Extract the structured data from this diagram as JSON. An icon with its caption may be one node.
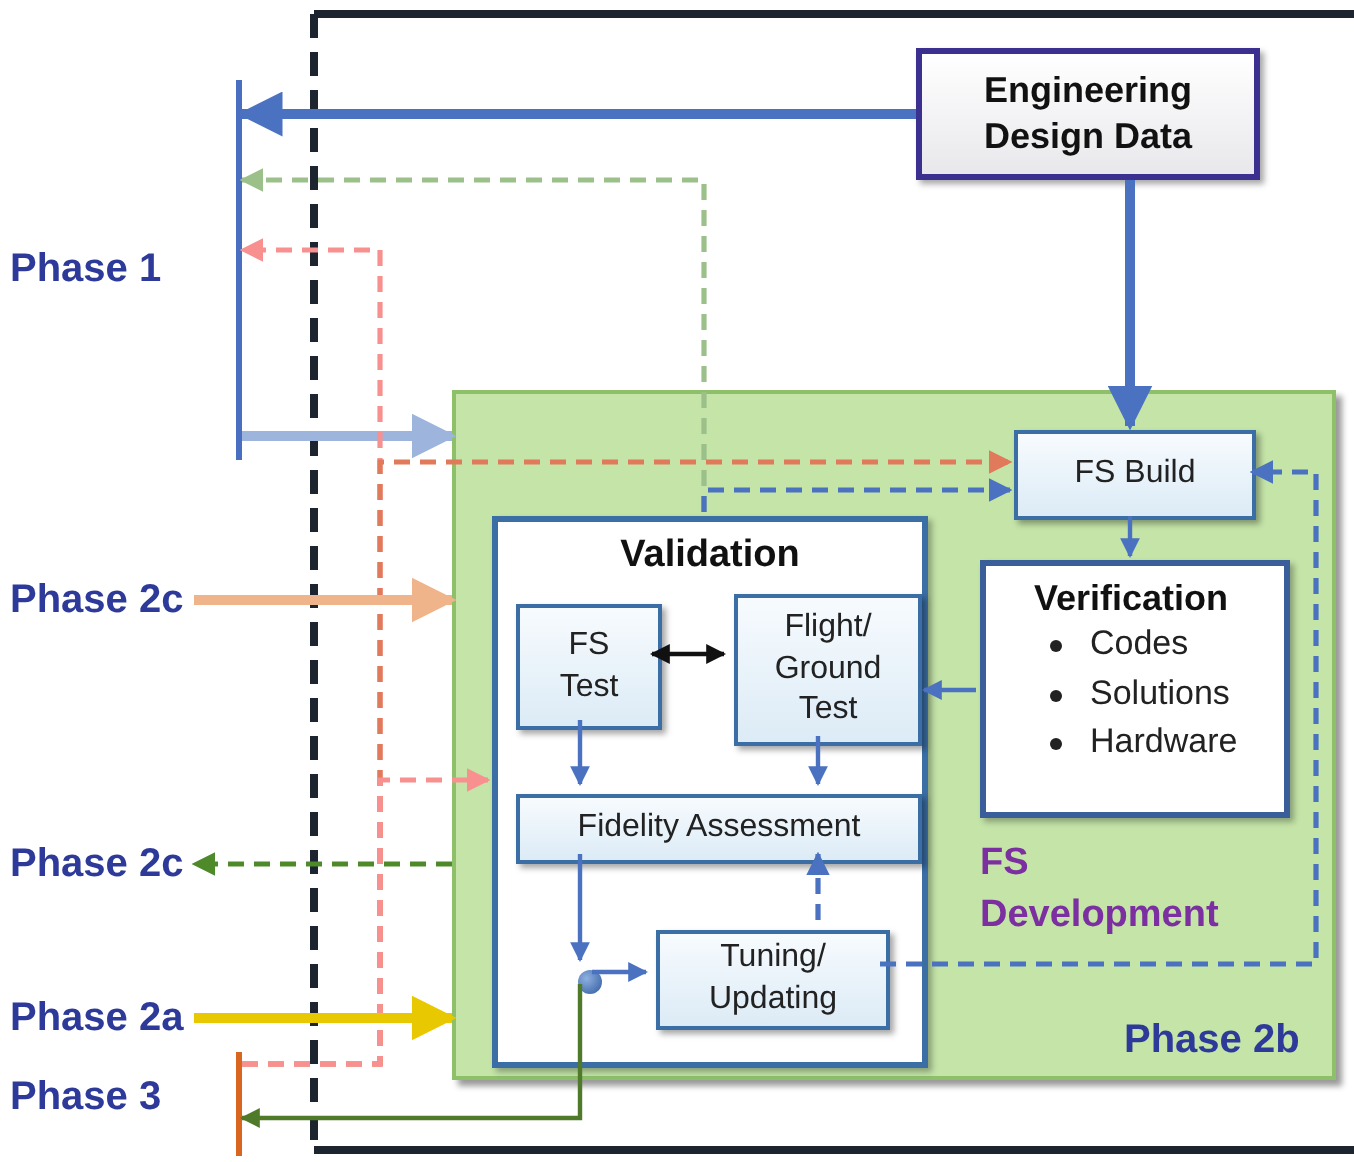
{
  "diagram": {
    "nodes": [
      {
        "text": [
          "Phase 1"
        ]
      },
      {
        "text": [
          "Engineering Design Data"
        ]
      },
      {
        "text": [
          "FS Development",
          "Phase 2b"
        ]
      },
      {
        "text": [
          "FS Build"
        ],
        "in": 2
      },
      {
        "text": [
          "Verification",
          "Codes",
          "Solutions",
          "Hardware"
        ],
        "in": 2
      },
      {
        "text": [
          "Validation"
        ],
        "in": 2
      },
      {
        "text": [
          "FS Test"
        ],
        "in": 5
      },
      {
        "text": [
          "Flight/ Ground Test"
        ],
        "in": 5
      },
      {
        "text": [
          "Fidelity Assessment"
        ],
        "in": 5
      },
      {
        "text": [],
        "shape": "circle",
        "in": 5
      },
      {
        "text": [
          "Tuning/ Updating"
        ],
        "in": 5
      },
      {
        "text": [
          "Phase 2c"
        ]
      },
      {
        "text": [
          "Phase 2c"
        ]
      },
      {
        "text": [
          "Phase 2a"
        ]
      },
      {
        "text": [
          "Phase 3"
        ]
      }
    ],
    "edges": [
      {
        "from": 1,
        "to": 0,
        "arrow": "to",
        "style": "thick"
      },
      {
        "from": 1,
        "to": 3,
        "arrow": "to",
        "style": "thick"
      },
      {
        "from": 5,
        "to": 0,
        "arrow": "to",
        "style": "dashed",
        "color": "#9cc08a"
      },
      {
        "from": 0,
        "to": 2,
        "arrow": "to",
        "style": "thick",
        "color": "#9db4dd"
      },
      {
        "from": 14,
        "to": 0,
        "arrow": "to",
        "style": "dashed",
        "color": "#f89090"
      },
      {
        "from": 14,
        "to": 3,
        "arrow": "to",
        "style": "dashed",
        "color": "#e07a5a"
      },
      {
        "from": 14,
        "to": 5,
        "arrow": "to",
        "style": "dashed",
        "color": "#f89090"
      },
      {
        "from": 11,
        "to": 2,
        "arrow": "to",
        "style": "thick",
        "color": "#f0b48a"
      },
      {
        "from": 2,
        "to": 12,
        "arrow": "to",
        "style": "dashed",
        "color": "#4e8a2a"
      },
      {
        "from": 13,
        "to": 2,
        "arrow": "to",
        "style": "thick",
        "color": "#e8c800"
      },
      {
        "from": 9,
        "to": 14,
        "arrow": "to",
        "color": "#4e7a2a"
      },
      {
        "from": 6,
        "to": 7,
        "arrow": "both",
        "color": "#111111"
      },
      {
        "from": 6,
        "to": 8,
        "arrow": "to"
      },
      {
        "from": 7,
        "to": 8,
        "arrow": "to"
      },
      {
        "from": 8,
        "to": 9,
        "arrow": "to"
      },
      {
        "from": 9,
        "to": 10,
        "arrow": "to"
      },
      {
        "from": 10,
        "to": 8,
        "arrow": "to",
        "style": "dashed"
      },
      {
        "from": 10,
        "to": 3,
        "arrow": "to",
        "style": "dashed"
      },
      {
        "from": 3,
        "to": 4,
        "arrow": "to"
      },
      {
        "from": 4,
        "to": 5,
        "arrow": "to"
      },
      {
        "from": 5,
        "to": 3,
        "arrow": "to",
        "style": "dashed"
      }
    ]
  }
}
